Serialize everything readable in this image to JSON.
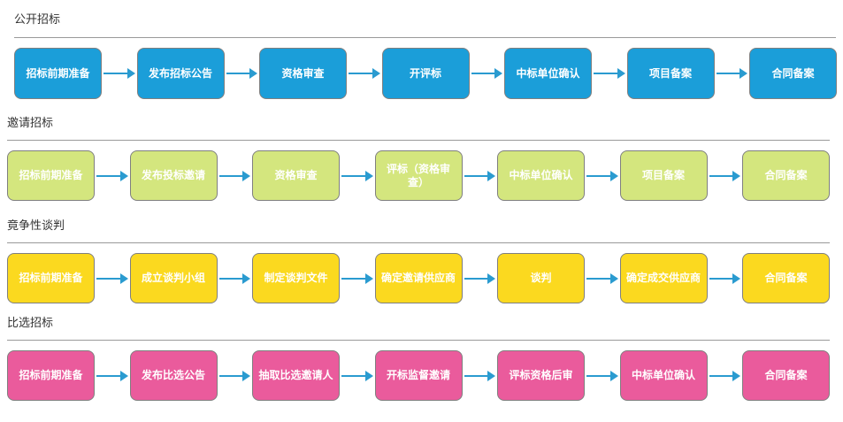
{
  "sections": [
    {
      "key": "public",
      "title": "公开招标",
      "color": "#1b9ed9",
      "text_color": "#ffffff",
      "steps": [
        "招标前期准备",
        "发布招标公告",
        "资格审查",
        "开评标",
        "中标单位确认",
        "项目备案",
        "合同备案"
      ]
    },
    {
      "key": "invite",
      "title": "邀请招标",
      "color": "#d4e67e",
      "text_color": "#ffffff",
      "steps": [
        "招标前期准备",
        "发布投标邀请",
        "资格审查",
        "评标（资格审查）",
        "中标单位确认",
        "项目备案",
        "合同备案"
      ]
    },
    {
      "key": "negotiation",
      "title": "竟争性谈判",
      "color": "#fbd91f",
      "text_color": "#ffffff",
      "steps": [
        "招标前期准备",
        "成立谈判小组",
        "制定谈判文件",
        "确定邀请供应商",
        "谈判",
        "确定成交供应商",
        "合同备案"
      ]
    },
    {
      "key": "compare",
      "title": "比选招标",
      "color": "#ea5b9c",
      "text_color": "#ffffff",
      "steps": [
        "招标前期准备",
        "发布比选公告",
        "抽取比选邀请人",
        "开标监督邀请",
        "评标资格后审",
        "中标单位确认",
        "合同备案"
      ]
    }
  ]
}
